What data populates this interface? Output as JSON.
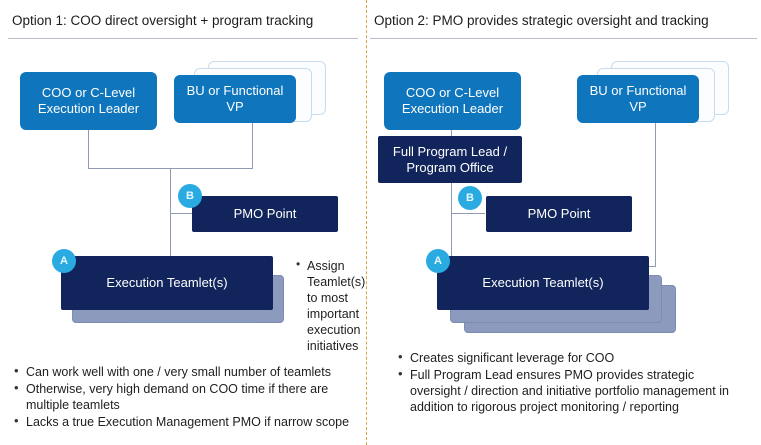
{
  "slide": {
    "divider_color": "#d9a441",
    "accent_blue": "#0f75bc",
    "navy": "#11255c",
    "marker_cyan": "#29abe2",
    "stack_grey": "#8c9bbd"
  },
  "option1": {
    "title": "Option 1: COO direct oversight + program tracking",
    "boxes": {
      "coo": "COO or C-Level\nExecution Leader",
      "coo_line1": "COO or C-Level",
      "coo_line2": "Execution Leader",
      "bu": "BU or Functional VP",
      "pmo": "PMO Point",
      "teamlet": "Execution Teamlet(s)"
    },
    "markers": {
      "a": "A",
      "b": "B"
    },
    "bullets": [
      "Can work well with one / very small number of teamlets",
      "Otherwise, very high demand on COO time if there are multiple teamlets",
      "Lacks a true Execution Management PMO if narrow scope"
    ]
  },
  "middle_note": {
    "bullets": [
      "Assign Teamlet(s) to most important execution initiatives"
    ]
  },
  "option2": {
    "title": "Option 2: PMO provides strategic oversight and tracking",
    "boxes": {
      "coo_line1": "COO or C-Level",
      "coo_line2": "Execution Leader",
      "bu": "BU or Functional VP",
      "lead_line1": "Full Program Lead /",
      "lead_line2": "Program Office",
      "pmo": "PMO Point",
      "teamlet": "Execution Teamlet(s)"
    },
    "markers": {
      "a": "A",
      "b": "B"
    },
    "bullets": [
      "Creates significant leverage for COO",
      "Full Program Lead ensures PMO provides strategic oversight / direction and initiative portfolio management in addition to rigorous project monitoring / reporting"
    ]
  }
}
